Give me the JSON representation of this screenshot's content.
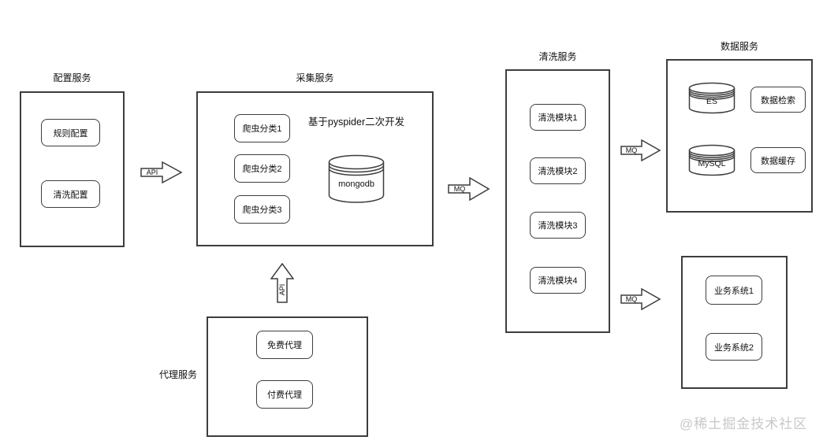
{
  "watermark": "@稀土掘金技术社区",
  "config_service": {
    "title": "配置服务",
    "nodes": [
      {
        "label": "规则配置"
      },
      {
        "label": "清洗配置"
      }
    ]
  },
  "collect_service": {
    "title": "采集服务",
    "note": "基于pyspider二次开发",
    "nodes": [
      {
        "label": "爬虫分类1"
      },
      {
        "label": "爬虫分类2"
      },
      {
        "label": "爬虫分类3"
      }
    ],
    "database": {
      "label": "mongodb"
    }
  },
  "clean_service": {
    "title": "清洗服务",
    "nodes": [
      {
        "label": "清洗模块1"
      },
      {
        "label": "清洗模块2"
      },
      {
        "label": "清洗模块3"
      },
      {
        "label": "清洗模块4"
      }
    ]
  },
  "data_service": {
    "title": "数据服务",
    "databases": [
      {
        "label": "ES"
      },
      {
        "label": "MySQL"
      }
    ],
    "nodes": [
      {
        "label": "数据检索"
      },
      {
        "label": "数据缓存"
      }
    ]
  },
  "proxy_service": {
    "title": "代理服务",
    "nodes": [
      {
        "label": "免费代理"
      },
      {
        "label": "付费代理"
      }
    ]
  },
  "business_systems": {
    "nodes": [
      {
        "label": "业务系统1"
      },
      {
        "label": "业务系统2"
      }
    ]
  },
  "arrows": {
    "config_to_collect": {
      "label": "API"
    },
    "proxy_to_collect": {
      "label": "API"
    },
    "collect_to_clean": {
      "label": "MQ"
    },
    "clean_to_data": {
      "label": "MQ"
    },
    "clean_to_business": {
      "label": "MQ"
    }
  },
  "colors": {
    "line": "#3d3d3d",
    "text": "#111111",
    "watermark": "#c8c8c8"
  }
}
